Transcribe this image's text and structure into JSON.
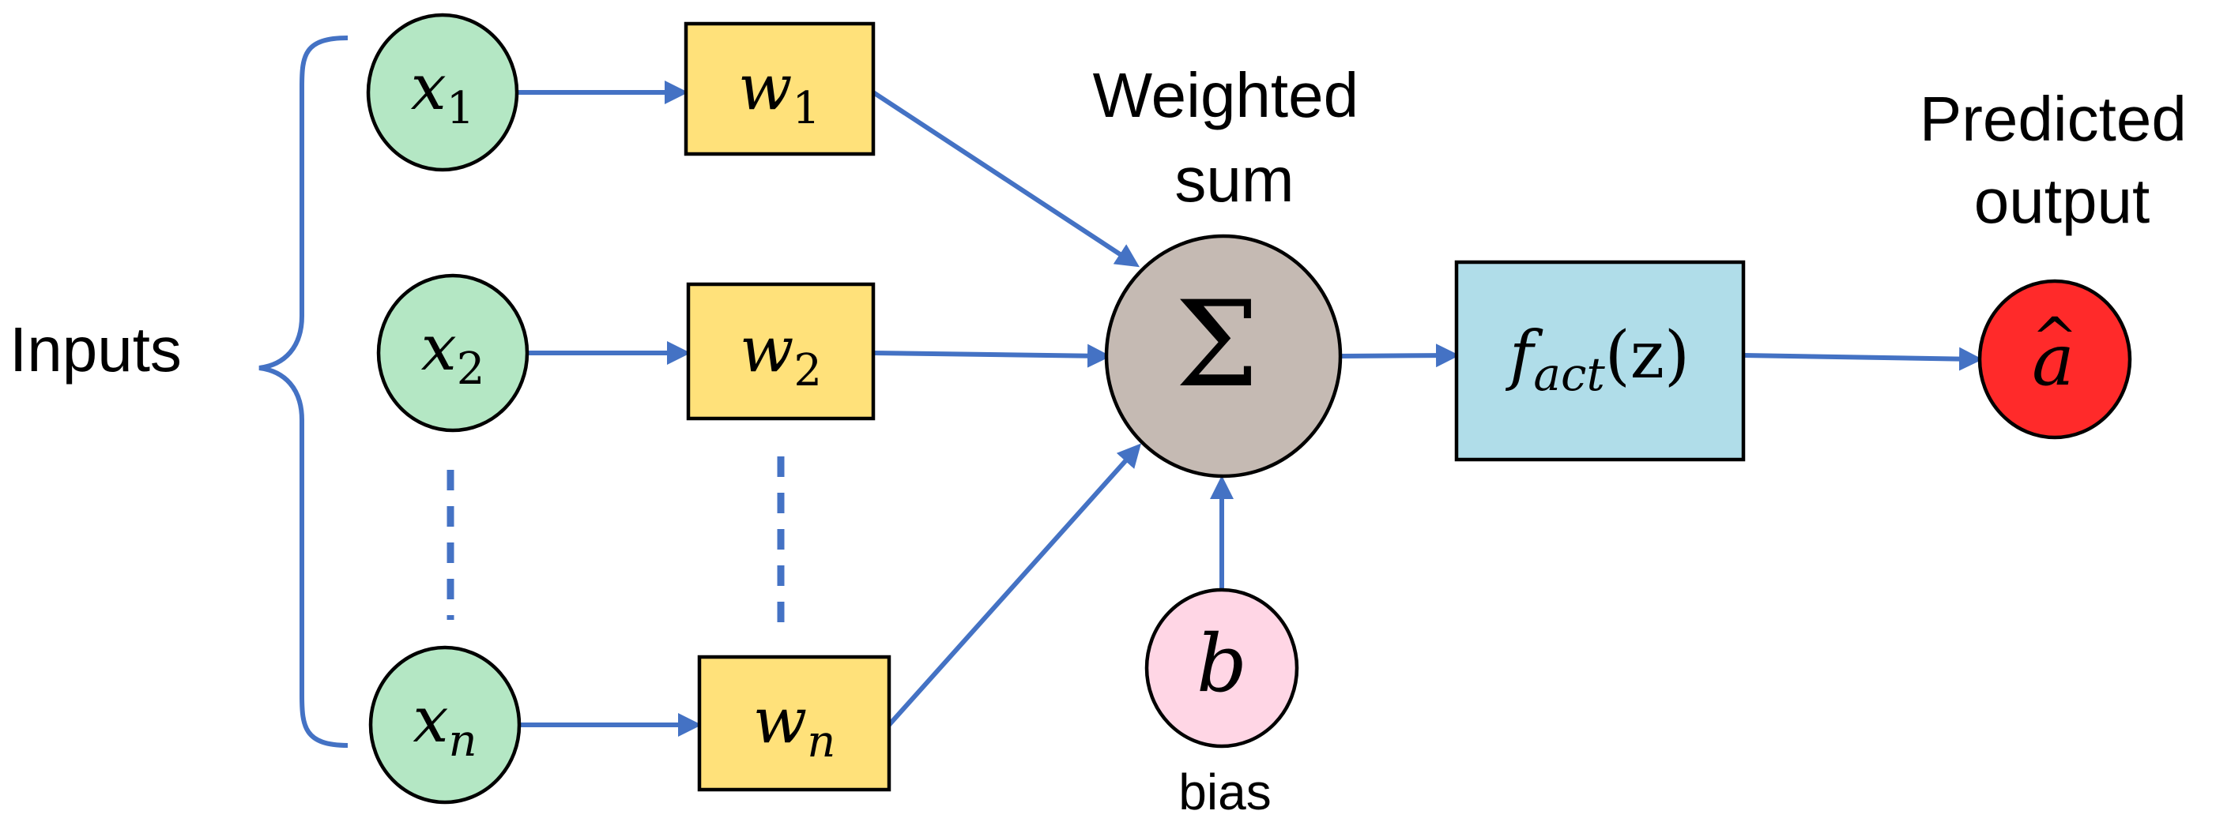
{
  "labels": {
    "inputs": "Inputs",
    "weighted_sum": [
      "Weighted",
      "sum"
    ],
    "predicted_output": [
      "Predicted",
      "output"
    ],
    "bias": "bias"
  },
  "inputs": [
    {
      "name": "x",
      "subscript": "1"
    },
    {
      "name": "x",
      "subscript": "2"
    },
    {
      "name": "x",
      "subscript": "n"
    }
  ],
  "weights": [
    {
      "name": "w",
      "subscript": "1"
    },
    {
      "name": "w",
      "subscript": "2"
    },
    {
      "name": "w",
      "subscript": "n"
    }
  ],
  "sum_symbol": "Σ",
  "bias_symbol": "b",
  "activation": {
    "name": "f",
    "subscript": "act",
    "argument": "(z)"
  },
  "output": {
    "symbol": "a",
    "accent": "^"
  },
  "colors": {
    "input_node": "#B4E7C4",
    "weight_box": "#FFE17A",
    "sum_node": "#C5BAB3",
    "bias_node": "#FFD6E5",
    "activation_box": "#B0DDE9",
    "output_node": "#FF2A2A",
    "arrow": "#4472C4"
  }
}
